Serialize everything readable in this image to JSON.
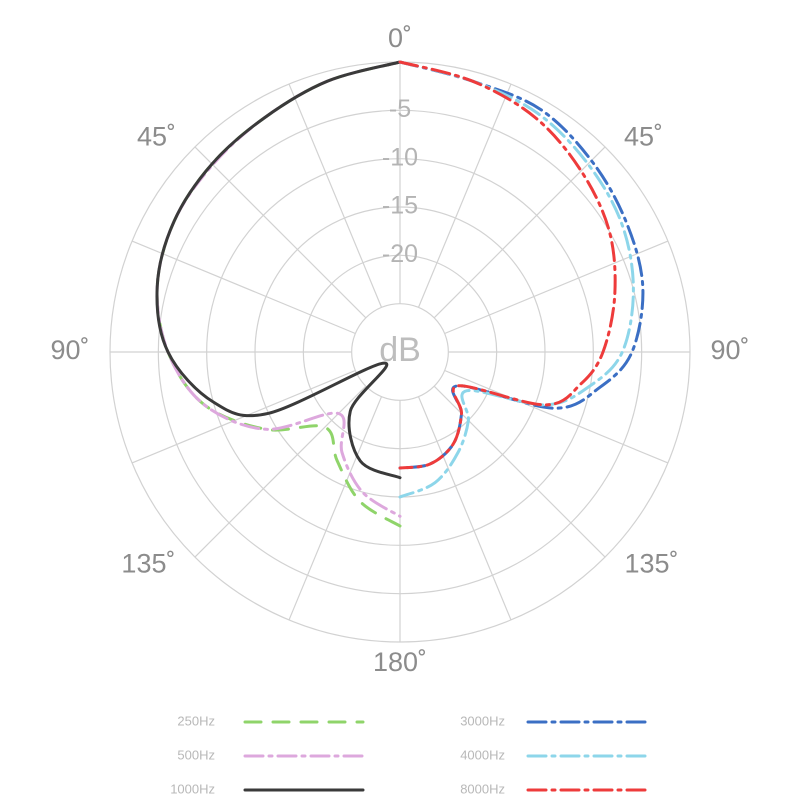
{
  "chart_data": {
    "type": "polar",
    "unit_label": "dB",
    "radial_ticks": [
      0,
      -5,
      -10,
      -15,
      -20
    ],
    "radial_tick_labels": [
      "0",
      "-5",
      "-10",
      "-15",
      "-20"
    ],
    "radial_range": [
      -30,
      0
    ],
    "angle_labels": [
      {
        "angle": 0,
        "text": "0˚"
      },
      {
        "angle": -45,
        "text": "45˚"
      },
      {
        "angle": 45,
        "text": "45˚"
      },
      {
        "angle": -90,
        "text": "90˚"
      },
      {
        "angle": 90,
        "text": "90˚"
      },
      {
        "angle": -135,
        "text": "135˚"
      },
      {
        "angle": 135,
        "text": "135˚"
      },
      {
        "angle": 180,
        "text": "180˚"
      }
    ],
    "grid": true,
    "legend_position": "bottom",
    "series": [
      {
        "name": "250Hz",
        "color": "#8fd46a",
        "dash": "dashed",
        "angles": [
          0,
          -15,
          -30,
          -45,
          -60,
          -75,
          -90,
          -105,
          -120,
          -135,
          -150,
          -165,
          -180
        ],
        "values": [
          0,
          -1,
          -2,
          -2.5,
          -3,
          -4,
          -6,
          -9,
          -14,
          -19,
          -17,
          -14,
          -12
        ]
      },
      {
        "name": "500Hz",
        "color": "#dda8dd",
        "dash": "dashdot",
        "angles": [
          0,
          -15,
          -30,
          -45,
          -60,
          -75,
          -90,
          -105,
          -120,
          -135,
          -150,
          -165,
          -180
        ],
        "values": [
          0,
          -1,
          -2,
          -2.6,
          -3,
          -4,
          -6,
          -9,
          -14,
          -21,
          -18,
          -15,
          -13
        ]
      },
      {
        "name": "1000Hz",
        "color": "#3a3a3a",
        "dash": "solid",
        "angles": [
          0,
          -15,
          -30,
          -45,
          -60,
          -75,
          -90,
          -105,
          -115,
          -125,
          -140,
          -160,
          -180
        ],
        "values": [
          0,
          -1,
          -2,
          -2.5,
          -3,
          -4,
          -6,
          -10,
          -15,
          -28,
          -22,
          -18,
          -17
        ]
      },
      {
        "name": "3000Hz",
        "color": "#3b6fc4",
        "dash": "dashdot",
        "angles": [
          0,
          15,
          30,
          45,
          60,
          75,
          90,
          100,
          110,
          120,
          135,
          150,
          165,
          180
        ],
        "values": [
          0,
          -1,
          -1,
          -2,
          -3,
          -4,
          -6,
          -9,
          -13,
          -23,
          -21,
          -19,
          -18,
          -18
        ]
      },
      {
        "name": "4000Hz",
        "color": "#8dd6ea",
        "dash": "dashdot",
        "angles": [
          0,
          15,
          30,
          45,
          60,
          75,
          90,
          100,
          110,
          120,
          135,
          150,
          165,
          180
        ],
        "values": [
          0,
          -1,
          -1.5,
          -2.5,
          -3.5,
          -5,
          -7,
          -10,
          -14,
          -22,
          -20,
          -18,
          -16,
          -15
        ]
      },
      {
        "name": "8000Hz",
        "color": "#ee3b3b",
        "dash": "dashdot",
        "angles": [
          0,
          15,
          30,
          45,
          60,
          75,
          90,
          100,
          110,
          120,
          135,
          150,
          165,
          180
        ],
        "values": [
          0,
          -1,
          -2,
          -3.5,
          -5,
          -7,
          -9,
          -11,
          -14,
          -23,
          -21,
          -19,
          -18,
          -18
        ]
      }
    ]
  }
}
